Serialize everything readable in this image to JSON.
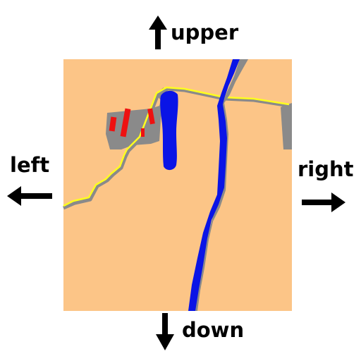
{
  "map": {
    "background_color": "#FCC587",
    "water_color": "#0A14E6",
    "water_shadow_color": "#8A8A8A",
    "road_color": "#8A8A8A",
    "trail_color": "#FFFF1E",
    "building_color": "#EE1111",
    "built_area_color": "#8A8A8A"
  },
  "directions": {
    "upper": "upper",
    "left": "left",
    "right": "right",
    "down": "down"
  },
  "icons": {
    "upper": "arrow-up-icon",
    "left": "arrow-left-icon",
    "right": "arrow-right-icon",
    "down": "arrow-down-icon"
  }
}
